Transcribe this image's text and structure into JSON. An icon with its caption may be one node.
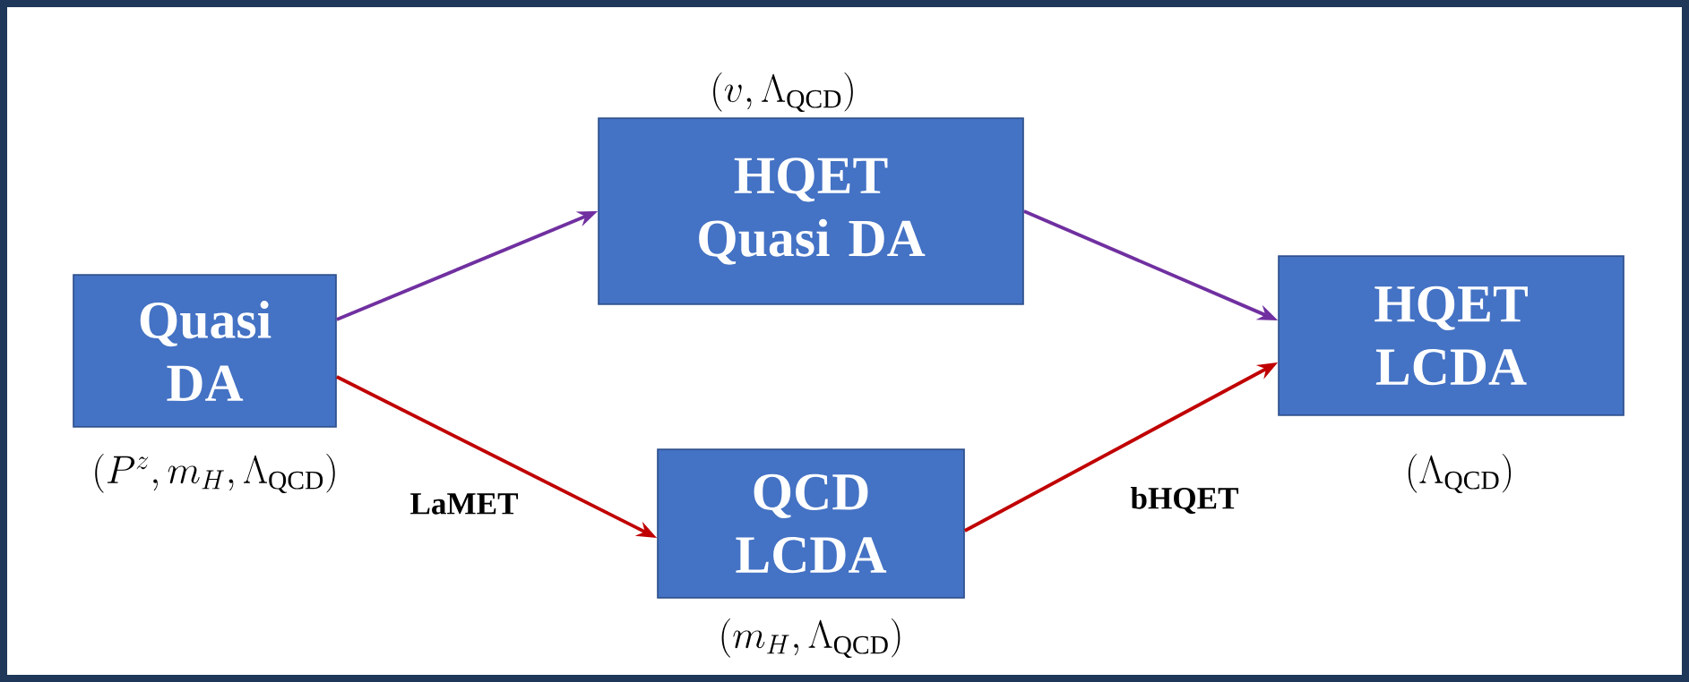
{
  "diagram": {
    "nodes": [
      {
        "text": [
          "Quasi DA"
        ],
        "beside": [
          "\\left(P^{z}, m_{H}, \\Lambda_{\\mathrm{QCD}}\\right)"
        ]
      },
      {
        "text": [
          "HQET Quasi DA"
        ],
        "beside": [
          "\\left(v, \\Lambda_{\\mathrm{QCD}}\\right)"
        ]
      },
      {
        "text": [
          "QCD LCDA"
        ],
        "beside": [
          "\\left(m_{H}, \\Lambda_{\\mathrm{QCD}}\\right)"
        ]
      },
      {
        "text": [
          "HQET LCDA"
        ],
        "beside": [
          "\\left(\\Lambda_{\\mathrm{QCD}}\\right)"
        ]
      }
    ],
    "edges": [
      {
        "from": 0,
        "to": 1,
        "arrow": "to",
        "color": "#7030a0"
      },
      {
        "from": 1,
        "to": 3,
        "arrow": "to",
        "color": "#7030a0"
      },
      {
        "from": 0,
        "to": 2,
        "arrow": "to",
        "color": "#c00000",
        "label": "LaMET"
      },
      {
        "from": 2,
        "to": 3,
        "arrow": "to",
        "color": "#c00000",
        "label": "bHQET"
      }
    ]
  }
}
